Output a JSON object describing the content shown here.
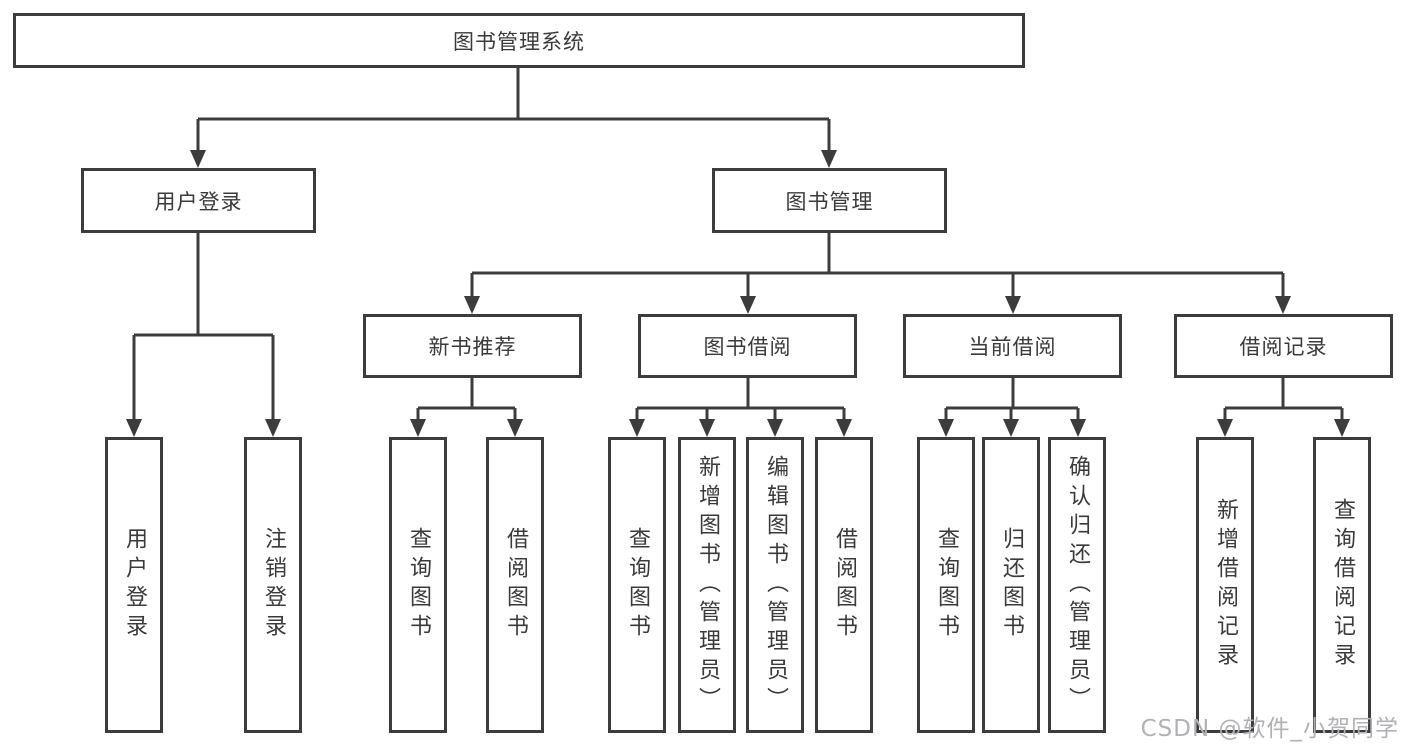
{
  "diagram": {
    "root": {
      "label": "图书管理系统"
    },
    "level2": [
      {
        "label": "用户登录"
      },
      {
        "label": "图书管理"
      }
    ],
    "level3": [
      {
        "label": "新书推荐"
      },
      {
        "label": "图书借阅"
      },
      {
        "label": "当前借阅"
      },
      {
        "label": "借阅记录"
      }
    ],
    "leaves": {
      "user_login": [
        "用户登录",
        "注销登录"
      ],
      "new_book_recommend": [
        "查询图书",
        "借阅图书"
      ],
      "book_borrowing": [
        "查询图书",
        "新增图书（管理员）",
        "编辑图书（管理员）",
        "借阅图书"
      ],
      "current_borrowing": [
        "查询图书",
        "归还图书",
        "确认归还（管理员）"
      ],
      "borrowing_records": [
        "新增借阅记录",
        "查询借阅记录"
      ]
    }
  },
  "watermark": {
    "text": "CSDN @软件_小贺同学"
  },
  "colors": {
    "line": "#3c3c3c",
    "text": "#3a3a3a",
    "watermark": "#b2b2b6",
    "background": "#ffffff"
  }
}
